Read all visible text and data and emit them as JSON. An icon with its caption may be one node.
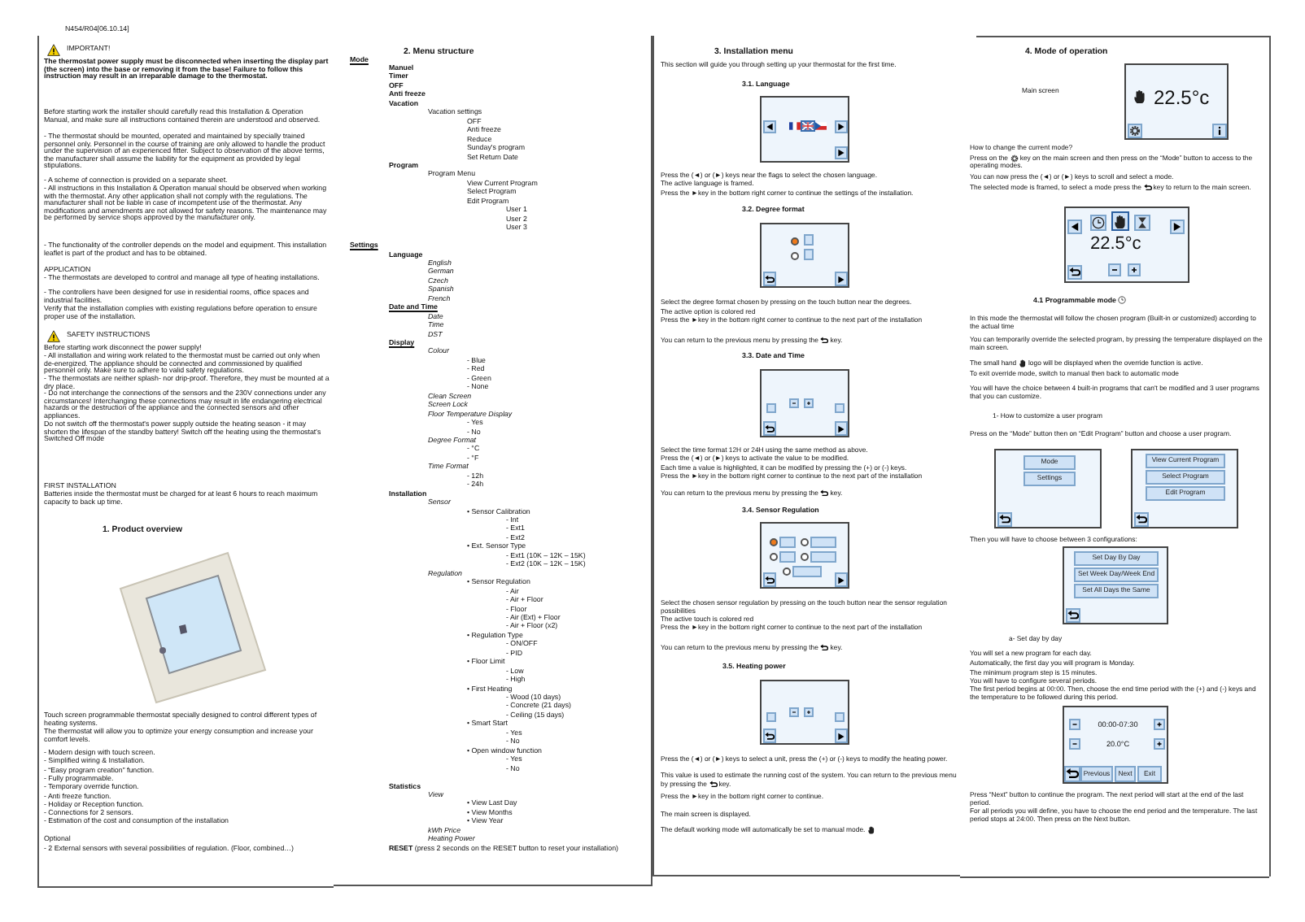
{
  "diagram": {
    "labels": [
      "N454/R04[06.10.14]",
      "IMPORTANT!",
      "The thermostat power supply must be disconnected when inserting the display part (the screen) into the base or removing it from the base! Failure to follow this instruction may result in an irreparable damage to the thermostat.",
      "Before starting work the installer should carefully read this Installation & Operation Manual, and make sure all instructions contained therein are understood and observed.",
      "- The thermostat should be mounted, operated and maintained by specially trained personnel only. Personnel in the course of training are only allowed to handle the product under the supervision of an experienced fitter. Subject to observation of the above terms, the manufacturer shall assume the liability for the equipment as provided by legal stipulations.",
      "- A scheme of connection is provided on a separate sheet.",
      "- All instructions in this Installation & Operation manual should be observed when working with the thermostat. Any other application shall not comply with the regulations. The manufacturer shall not be liable in case of incompetent use of the thermostat. Any modifications and amendments are not allowed for safety reasons. The maintenance may be performed by service shops approved by the manufacturer only.",
      "- The functionality of the controller depends on the model and equipment. This installation leaflet is part of the product and has to be obtained.",
      "APPLICATION",
      "- The thermostats are developed to control and manage all type of heating installations.",
      "- The controllers have been designed for use in residential rooms, office spaces and industrial facilities.",
      "Verify that the installation complies with existing regulations before operation to ensure proper use of the installation.",
      "SAFETY INSTRUCTIONS",
      "Before starting work disconnect the power supply!",
      "- All installation and wiring work related to the thermostat must be carried out only when de-energized. The appliance should be connected and commissioned by qualified personnel only. Make sure to adhere to valid safety regulations.",
      "- The thermostats are neither splash- nor drip-proof. Therefore, they must be mounted at a dry place.",
      "- Do not interchange the connections of the sensors and the 230V connections under any circumstances! Interchanging these connections may result in life endangering electrical hazards or the destruction of the appliance and the connected sensors and other appliances.",
      "Do not switch off the thermostat's power supply outside the heating season - it may shorten the lifespan of the standby battery! Switch off the heating using the thermostat's Switched Off mode",
      "FIRST INSTALLATION",
      "Batteries inside the thermostat must be charged for at least 6 hours to reach maximum capacity to back up time.",
      "1. Product overview",
      "Touch screen programmable thermostat specially designed to control different types of heating systems.",
      "The thermostat will allow you to optimize your energy consumption and increase your comfort levels.",
      "- Modern design with touch screen.",
      "- Simplified wiring & Installation.",
      "- “Easy program creation” function.",
      "- Fully programmable.",
      "- Temporary override function.",
      "- Anti freeze function.",
      "- Holiday or Reception function.",
      "- Connections for 2 sensors.",
      "- Estimation of the cost and consumption of the installation",
      "Optional",
      "- 2 External sensors with several possibilities of regulation. (Floor, combined…)",
      "2. Menu structure",
      "Mode",
      "Manuel",
      "Timer",
      "OFF",
      "Anti freeze",
      "Vacation",
      "Vacation settings",
      "OFF",
      "Anti freeze",
      "Reduce",
      "Sunday's program",
      "Set Return Date",
      "Program",
      "Program Menu",
      "View Current Program",
      "Select Program",
      "Edit Program",
      "User 1",
      "User 2",
      "User 3",
      "Settings",
      "Language",
      "English",
      "German",
      "Czech",
      "Spanish",
      "French",
      "Date and Time",
      "Date",
      "Time",
      "DST",
      "Display",
      "Colour",
      "- Blue",
      "- Red",
      "- Green",
      "- None",
      "Clean Screen",
      "Screen Lock",
      "Floor Temperature Display",
      "- Yes",
      "- No",
      "Degree Format",
      "- °C",
      "- °F",
      "Time Format",
      "- 12h",
      "- 24h",
      "Installation",
      "Sensor",
      "• Sensor Calibration",
      "- Int",
      "- Ext1",
      "- Ext2",
      "• Ext. Sensor Type",
      "- Ext1 (10K – 12K – 15K)",
      "- Ext2 (10K – 12K – 15K)",
      "Regulation",
      "• Sensor Regulation",
      "- Air",
      "- Air + Floor",
      "- Floor",
      "- Air (Ext) + Floor",
      "- Air + Floor (x2)",
      "• Regulation Type",
      "- ON/OFF",
      "- PID",
      "• Floor Limit",
      "- Low",
      "- High",
      "• First Heating",
      "- Wood (10 days)",
      "- Concrete (21 days)",
      "- Ceiling (15 days)",
      "• Smart Start",
      "- Yes",
      "- No",
      "• Open window function",
      "- Yes",
      "- No",
      "Statistics",
      "View",
      "• View Last Day",
      "• View Months",
      "• View Year",
      "kWh Price",
      "Heating Power",
      "**RESET** (press 2 seconds on the RESET button to reset your installation)",
      "3. Installation menu",
      "This section will guide you through setting up your thermostat for the first time.",
      "3.1. Language",
      "Press the (◄) or (►) keys near the flags to select the chosen language.",
      "The active language is framed.",
      "Press the ►key in the bottom right corner to continue the settings of the installation.",
      "3.2. Degree format",
      "Select the degree format chosen by pressing on the touch button near the degrees.",
      "The active option is colored red",
      "Press the ►key in the bottom right corner to continue to the next part of the installation",
      "You can return to the previous menu by pressing the",
      "key.",
      "3.3. Date and Time",
      "Select the time format 12H or 24H using the same method as above.",
      "Press the (◄) or (►) keys to activate the value to be modified.",
      "Each time a value is highlighted, it can be modified by pressing the (+) or (-) keys.",
      "Press the ►key in the bottom right corner to continue to the next part of the installation",
      "You can return to the previous menu by pressing the",
      "key.",
      "3.4. Sensor Regulation",
      "Select the chosen sensor regulation by pressing on the touch button near the sensor regulation possibilities",
      "The active touch is colored red",
      "Press the ►key in the bottom right corner to continue to the next part of the installation",
      "You can return to the previous menu by pressing the",
      "key.",
      "3.5. Heating power",
      "Press the (◄) or (►) keys to select a unit, press the (+) or (-) keys to modify the heating power.",
      "This value is used to estimate the running cost of the system. You can return to the previous menu by pressing the",
      "key.",
      "Press the ►key in the bottom right corner to continue.",
      "The main screen is displayed.",
      "The default working mode will automatically be set to manual mode.",
      "4. Mode of operation",
      "Main screen",
      "22.5°c",
      "How to change the current mode?",
      "Press on the",
      "key on the main screen and then press on the “Mode” button to access to the operating modes.",
      "You can now press the (◄) or (►) keys to scroll and select a mode.",
      "The selected mode is framed, to select a mode press the",
      "key to return to the main screen.",
      "22.5°c",
      "4.1 Programmable mode",
      "In this mode the thermostat will follow the chosen program (Built-in or customized) according to the actual time",
      "You can temporarily override the selected program, by pressing the temperature displayed on the main screen.",
      "The small hand",
      "logo will be displayed when the override function is active.",
      "To exit override mode, switch to manual then back to automatic mode",
      "You will have the choice between 4 built-in programs that can't be modified and 3 user programs that you can customize.",
      "1- How to customize a user program",
      "Press on the “Mode” button then on “Edit Program” button and choose a user program.",
      "Mode",
      "Settings",
      "View Current Program",
      "Select Program",
      "Edit Program",
      "Then you will have to choose between 3 configurations:",
      "Set Day By Day",
      "Set Week Day/Week End",
      "Set All Days the Same",
      "a- Set day by day",
      "You will set a new program for each day.",
      "Automatically, the first day you will program is Monday.",
      "The minimum program step is 15 minutes.",
      "You will have to configure several periods.",
      "The first period begins at 00:00. Then, choose the end time period with the (+) and (-) keys and the temperature to be followed during this period.",
      "00:00-07:30",
      "20.0°C",
      "Previous",
      "Next",
      "Exit",
      "Press “Next” button to continue the program. The next period will start at the end of the last period.",
      "For all periods you will define, you have to choose the end period and the temperature. The last period stops at 24:00. Then press on the Next button."
    ]
  }
}
